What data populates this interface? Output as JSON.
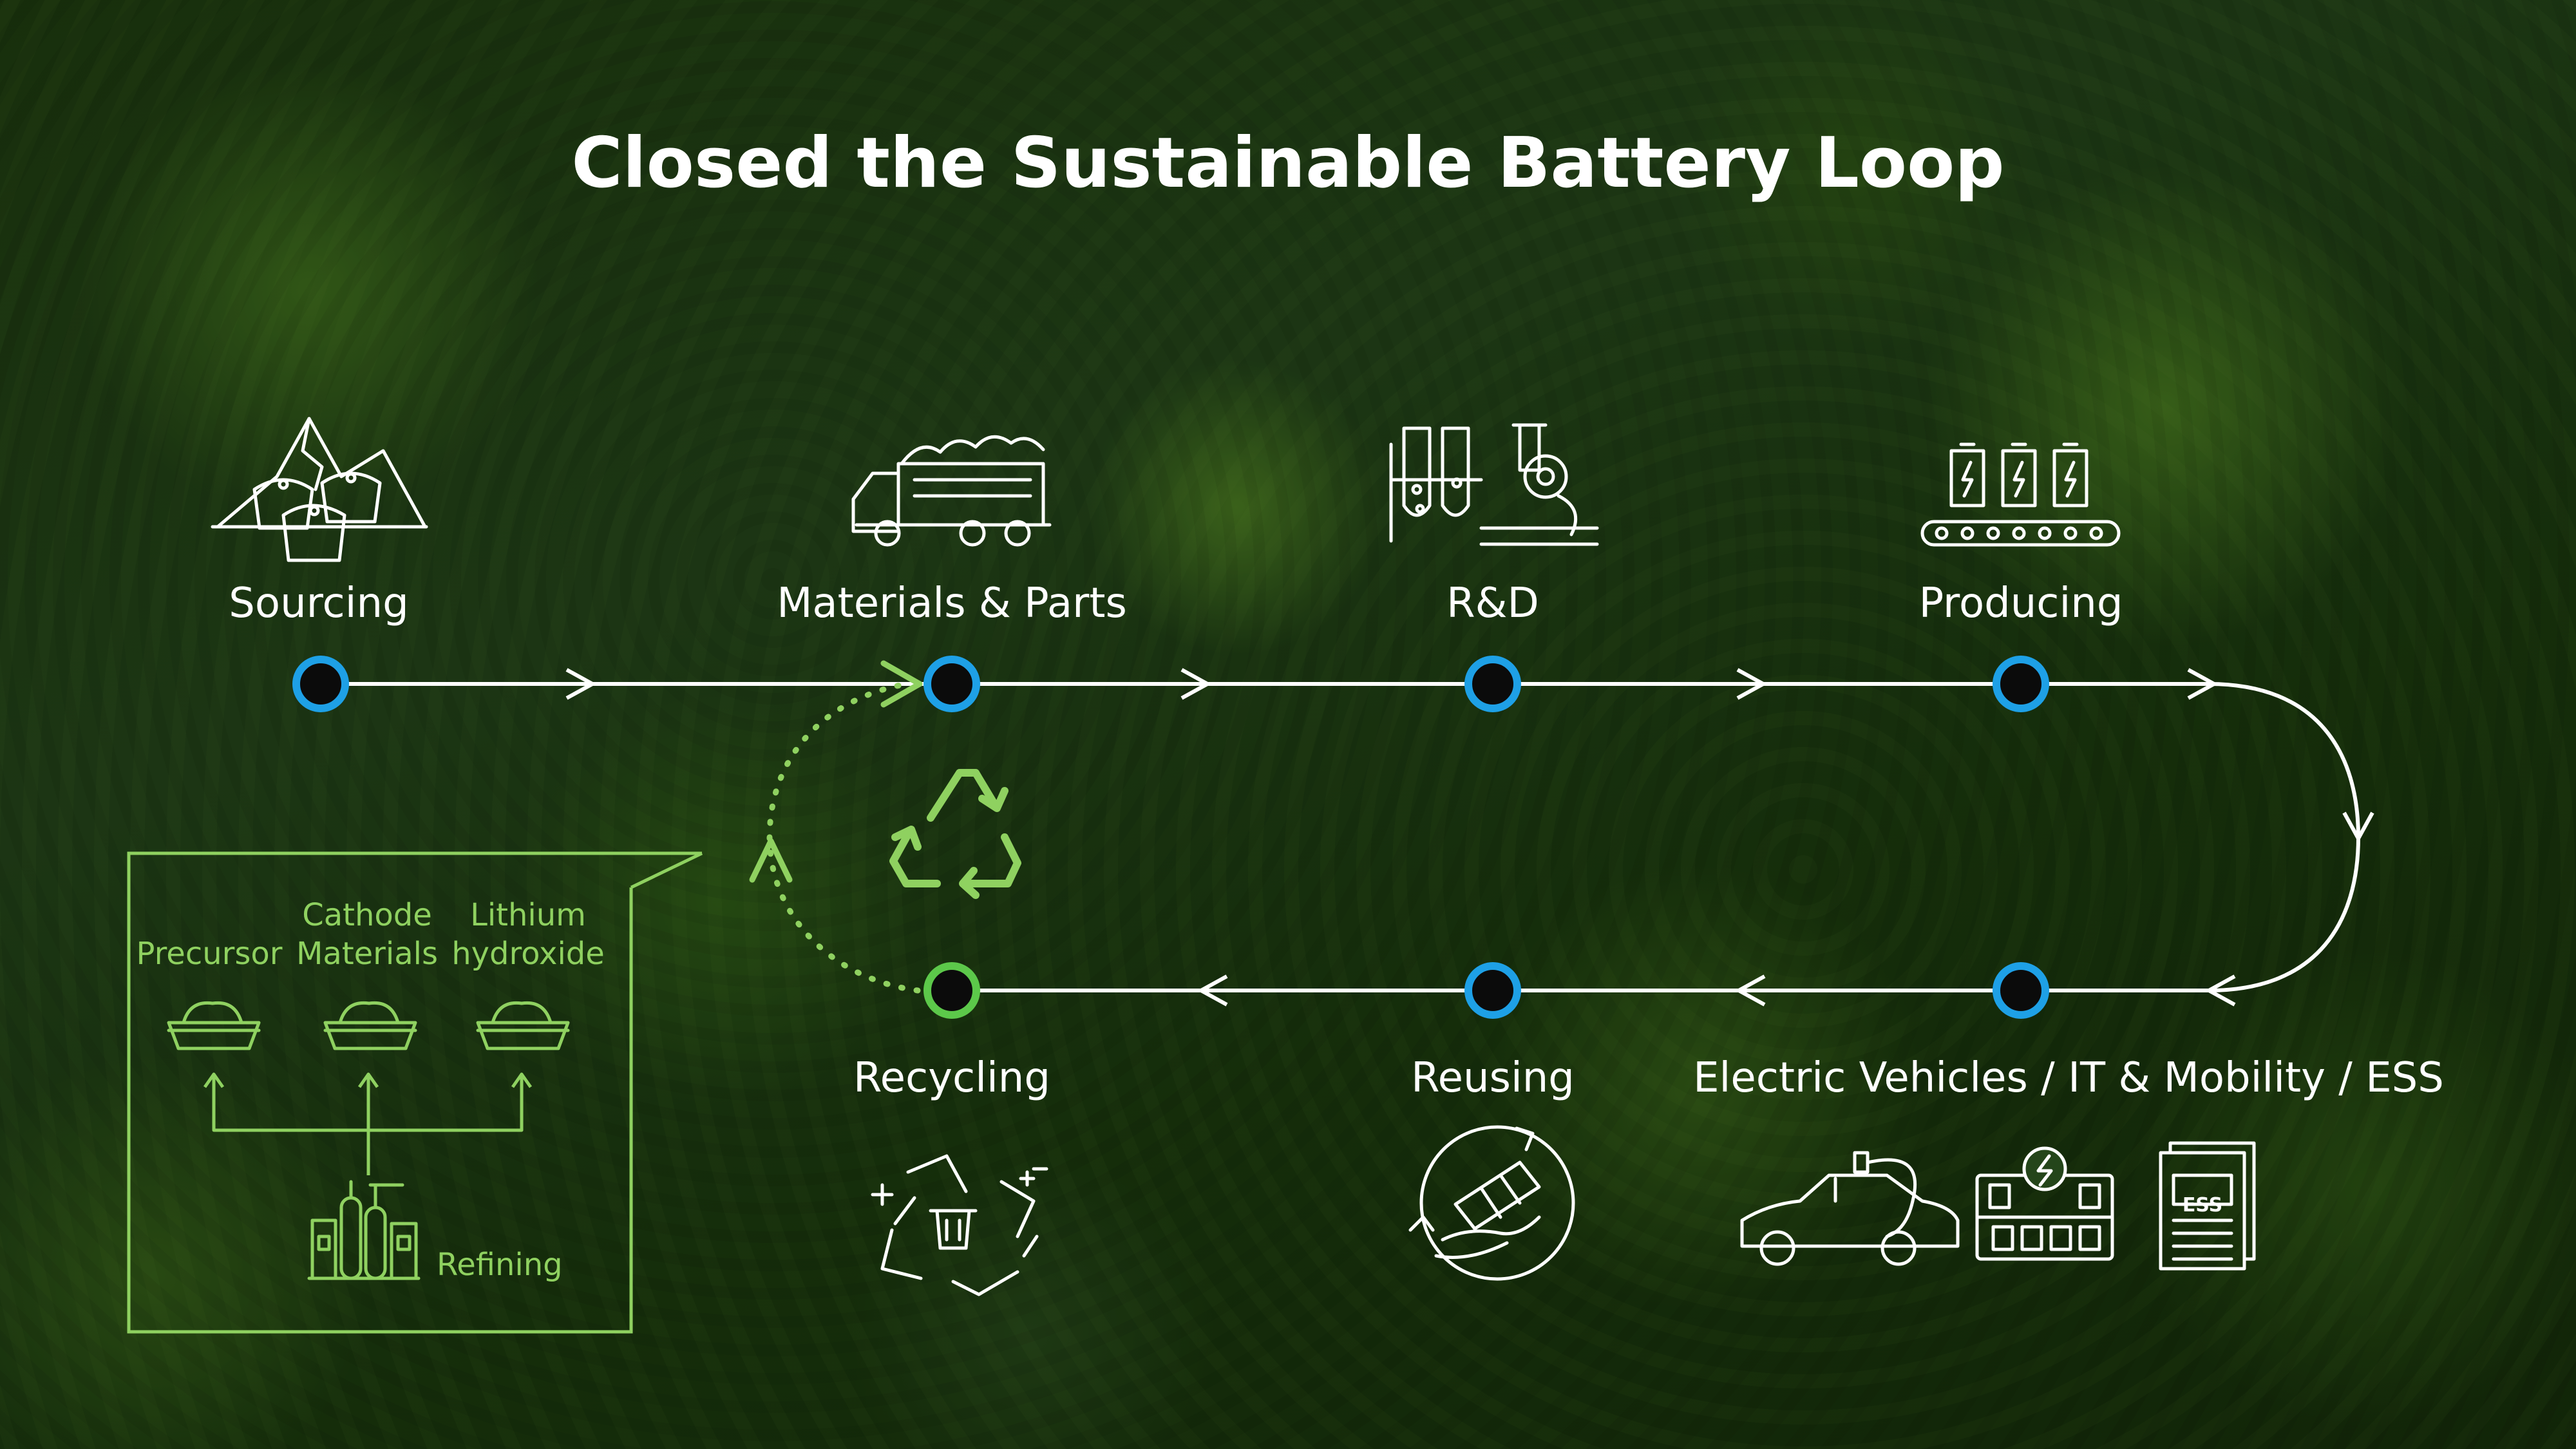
{
  "title": "Closed the Sustainable Battery Loop",
  "stages": {
    "sourcing": "Sourcing",
    "materials": "Materials & Parts",
    "rnd": "R&D",
    "producing": "Producing",
    "ev": "Electric Vehicles / IT & Mobility / ESS",
    "reusing": "Reusing",
    "recycling": "Recycling"
  },
  "refining_box": {
    "precursor": "Precursor",
    "cathode_line1": "Cathode",
    "cathode_line2": "Materials",
    "lithium_line1": "Lithium",
    "lithium_line2": "hydroxide",
    "refining": "Refining"
  },
  "icon_text": {
    "ess": "ESS"
  },
  "colors": {
    "node_ring": "#1ea0e6",
    "recycle_node_ring": "#5cc84a",
    "accent_green": "#8fd160",
    "line": "#ffffff"
  },
  "icons": [
    "mountain-ore-sacks-icon",
    "truck-icon",
    "lab-microscope-icon",
    "battery-conveyor-icon",
    "car-charging-icon",
    "battery-module-icon",
    "ess-cabinet-icon",
    "hand-battery-icon",
    "recycle-bin-icon",
    "recycle-arrows-icon",
    "refining-tanks-icon",
    "material-tray-icon"
  ]
}
